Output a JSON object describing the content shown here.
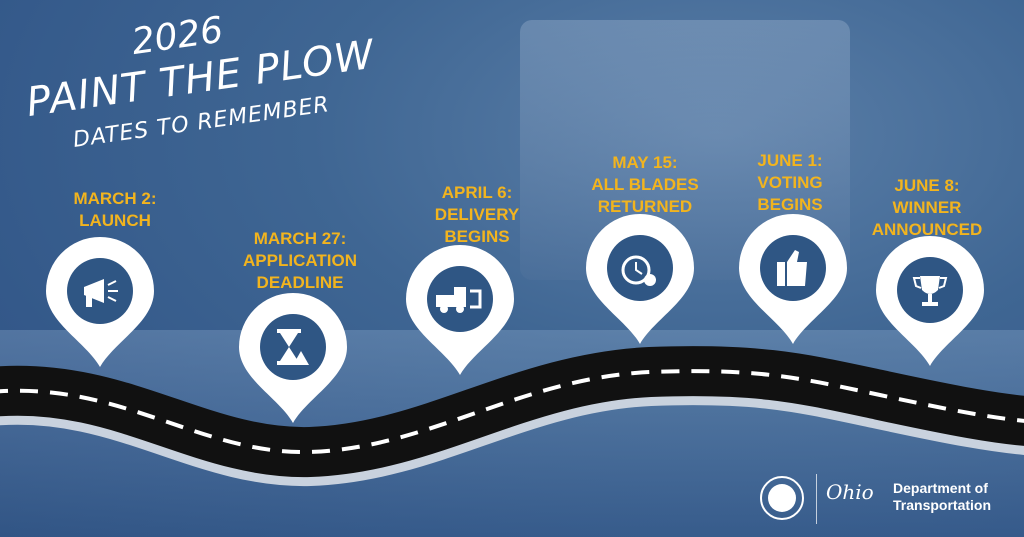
{
  "header": {
    "year": "2026",
    "title": "PAINT THE PLOW",
    "subtitle": "DATES TO REMEMBER"
  },
  "milestones": [
    {
      "lines": [
        "MARCH 2:",
        "LAUNCH"
      ],
      "icon": "megaphone-icon"
    },
    {
      "lines": [
        "MARCH 27:",
        "APPLICATION",
        "DEADLINE"
      ],
      "icon": "hourglass-warning-icon"
    },
    {
      "lines": [
        "APRIL 6:",
        "DELIVERY",
        "BEGINS"
      ],
      "icon": "plow-truck-icon"
    },
    {
      "lines": [
        "MAY 15:",
        "ALL BLADES",
        "RETURNED"
      ],
      "icon": "alarm-clock-icon"
    },
    {
      "lines": [
        "JUNE 1:",
        "VOTING",
        "BEGINS"
      ],
      "icon": "thumbs-up-icon"
    },
    {
      "lines": [
        "JUNE 8:",
        "WINNER",
        "ANNOUNCED"
      ],
      "icon": "trophy-icon"
    }
  ],
  "footer": {
    "state_logo": "Ohio",
    "org_line1": "Department of",
    "org_line2": "Transportation"
  },
  "colors": {
    "background": "#3f6693",
    "label": "#f2b41e",
    "pin": "#ffffff",
    "pin_inner": "#2f5684",
    "road": "#111111"
  }
}
